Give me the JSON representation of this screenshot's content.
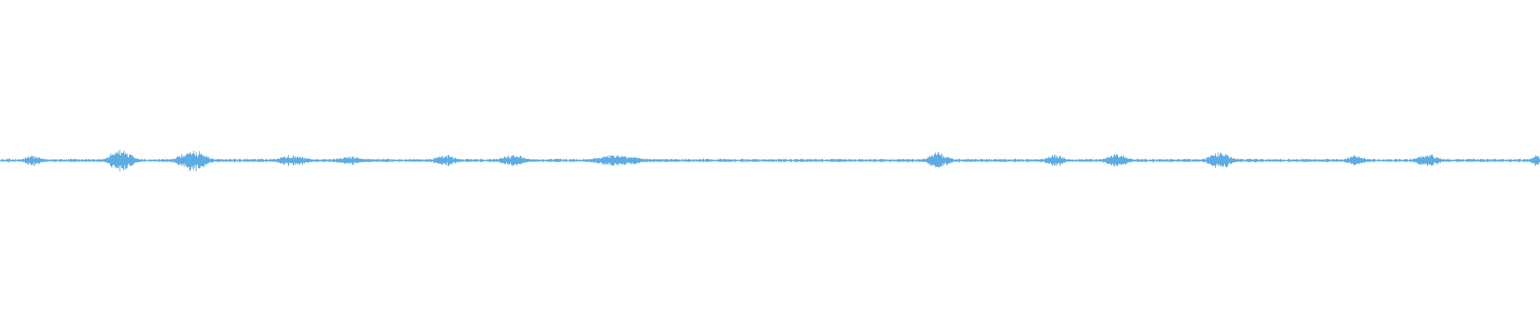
{
  "chart_data": {
    "type": "area",
    "title": "",
    "xlabel": "",
    "ylabel": "",
    "ylim": [
      -1,
      1
    ],
    "xlim": [
      0,
      1
    ],
    "grid": false,
    "color": "#5dade2",
    "background": "#ffffff",
    "baseline_noise_amplitude": 0.008,
    "bursts": [
      {
        "t": 0.021,
        "duration": 0.016,
        "amplitude": 0.04
      },
      {
        "t": 0.078,
        "duration": 0.022,
        "amplitude": 0.075
      },
      {
        "t": 0.125,
        "duration": 0.026,
        "amplitude": 0.075
      },
      {
        "t": 0.19,
        "duration": 0.026,
        "amplitude": 0.04
      },
      {
        "t": 0.227,
        "duration": 0.026,
        "amplitude": 0.03
      },
      {
        "t": 0.289,
        "duration": 0.021,
        "amplitude": 0.04
      },
      {
        "t": 0.333,
        "duration": 0.023,
        "amplitude": 0.04
      },
      {
        "t": 0.401,
        "duration": 0.042,
        "amplitude": 0.04
      },
      {
        "t": 0.609,
        "duration": 0.021,
        "amplitude": 0.055
      },
      {
        "t": 0.685,
        "duration": 0.018,
        "amplitude": 0.04
      },
      {
        "t": 0.725,
        "duration": 0.021,
        "amplitude": 0.045
      },
      {
        "t": 0.792,
        "duration": 0.021,
        "amplitude": 0.06
      },
      {
        "t": 0.88,
        "duration": 0.018,
        "amplitude": 0.035
      },
      {
        "t": 0.927,
        "duration": 0.021,
        "amplitude": 0.045
      },
      {
        "t": 0.997,
        "duration": 0.008,
        "amplitude": 0.04
      }
    ]
  }
}
